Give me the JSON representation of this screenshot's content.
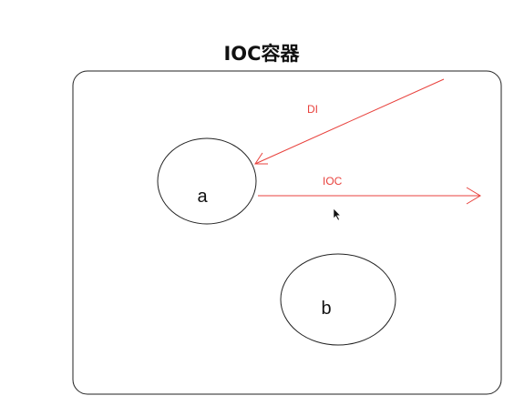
{
  "diagram": {
    "title": "IOC容器",
    "nodes": [
      {
        "id": "a",
        "label": "a"
      },
      {
        "id": "b",
        "label": "b"
      }
    ],
    "edges": [
      {
        "id": "di",
        "label": "DI",
        "from": "outside",
        "to": "a"
      },
      {
        "id": "ioc",
        "label": "IOC",
        "from": "a",
        "to": "outside"
      }
    ]
  },
  "colors": {
    "stroke": "#222222",
    "arrow": "#e8413c",
    "text": "#111111"
  }
}
